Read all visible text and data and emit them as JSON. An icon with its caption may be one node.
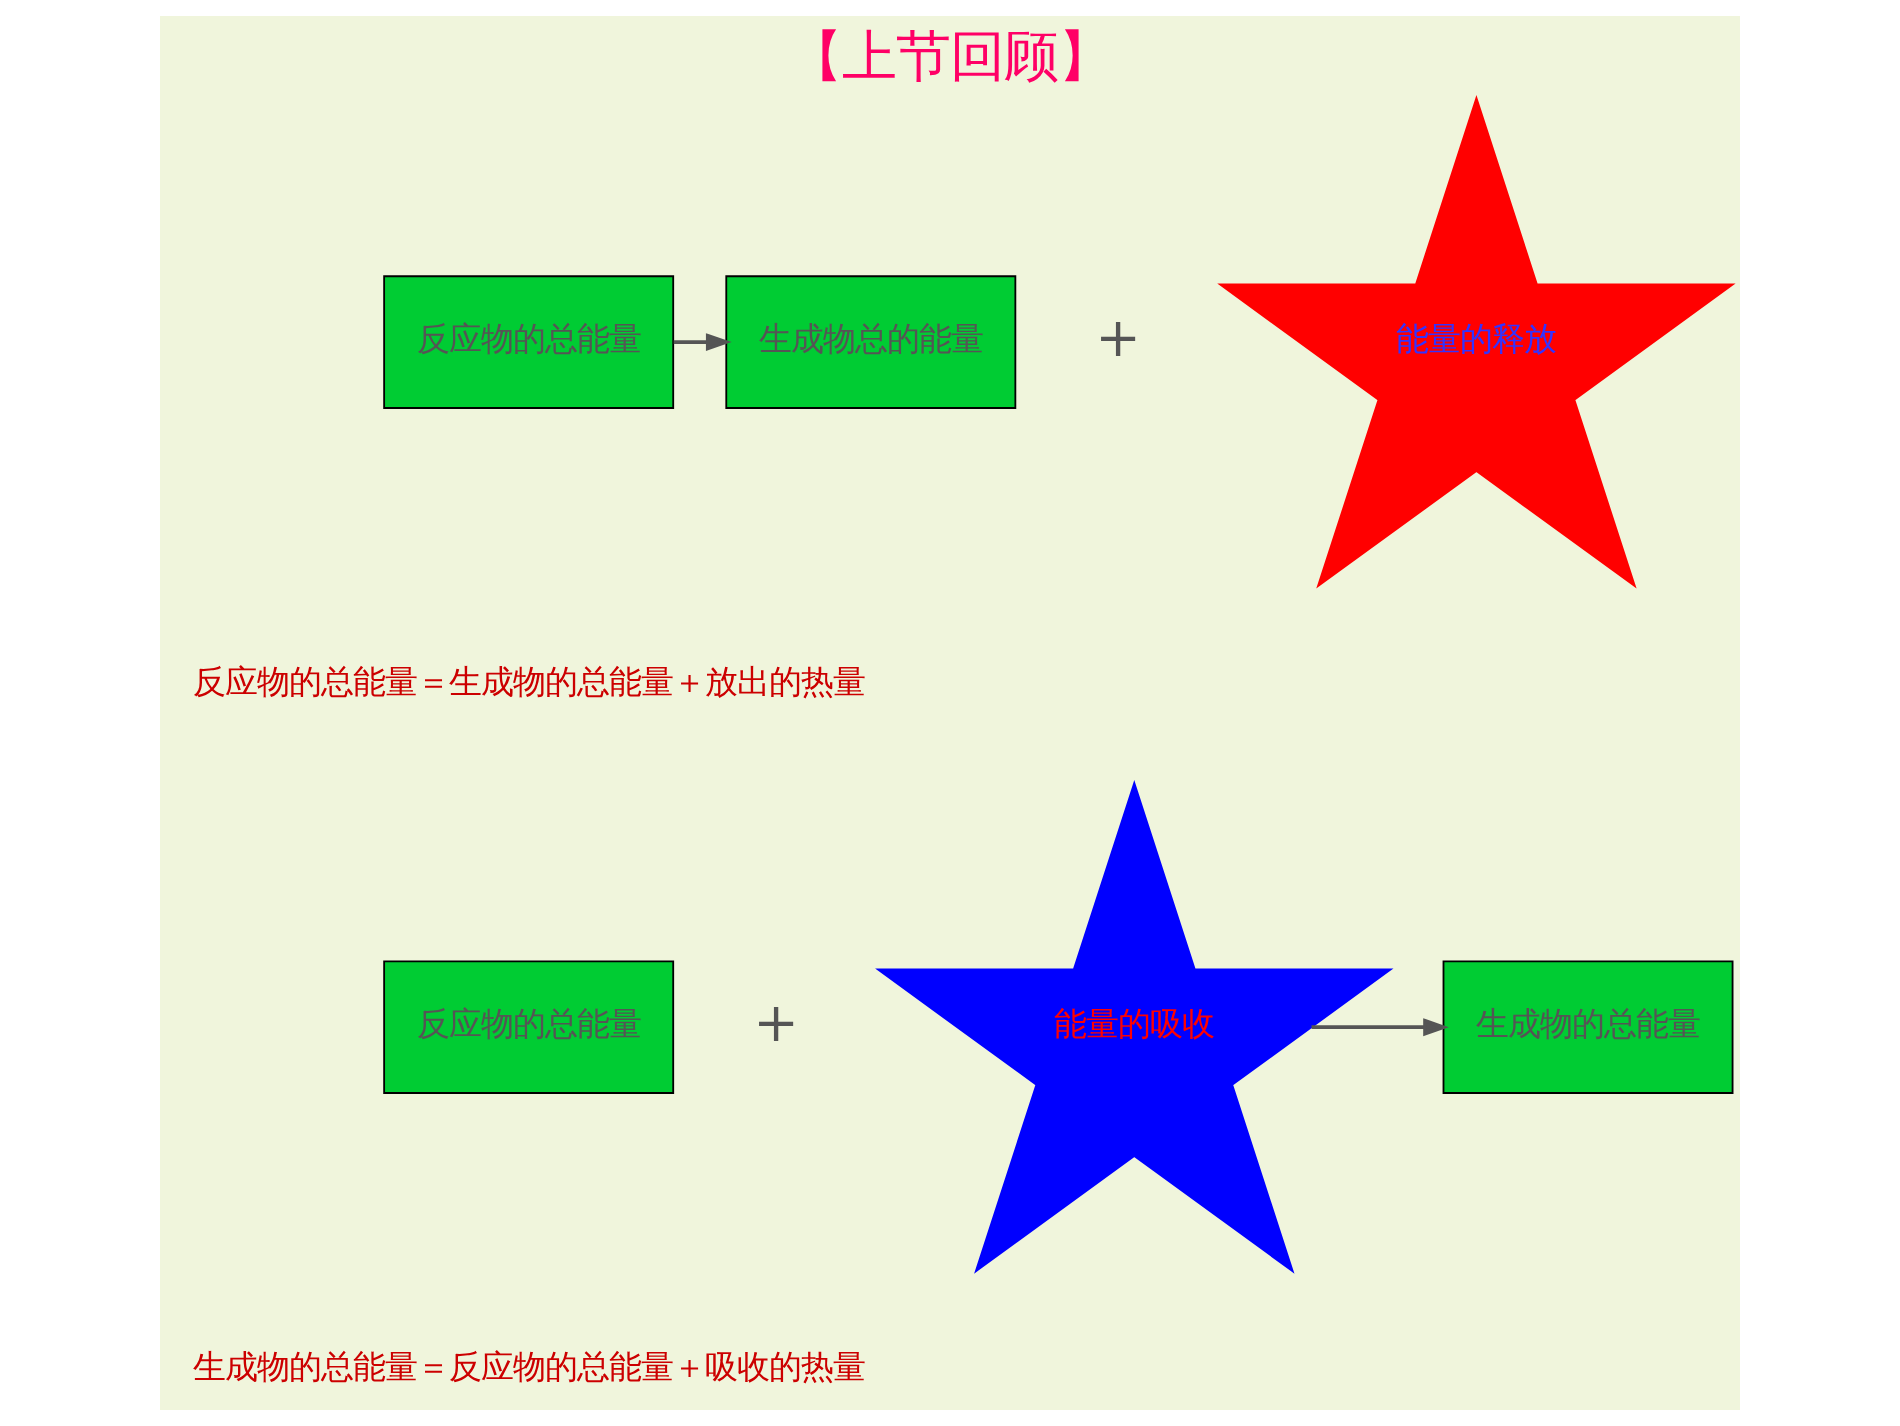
{
  "diagram": {
    "title": "【上节回顾】",
    "nodes": [
      {
        "text": [
          "反应物的总能量"
        ]
      },
      {
        "text": [
          "生成物总的能量"
        ]
      },
      {
        "text": [
          "能量的释放"
        ]
      },
      {
        "text": [
          "反应物的总能量"
        ]
      },
      {
        "text": [
          "能量的吸收"
        ]
      },
      {
        "text": [
          "生成物的总能量"
        ]
      }
    ],
    "edges": [
      {
        "from": 0,
        "to": 1,
        "arrow": "to"
      },
      {
        "from": 4,
        "to": 5,
        "arrow": "to"
      }
    ],
    "labels": [
      "＋",
      "反应物的总能量＝生成物的总能量＋放出的热量",
      "＋",
      "生成物的总能量＝反应物的总能量＋吸收的热量"
    ]
  }
}
